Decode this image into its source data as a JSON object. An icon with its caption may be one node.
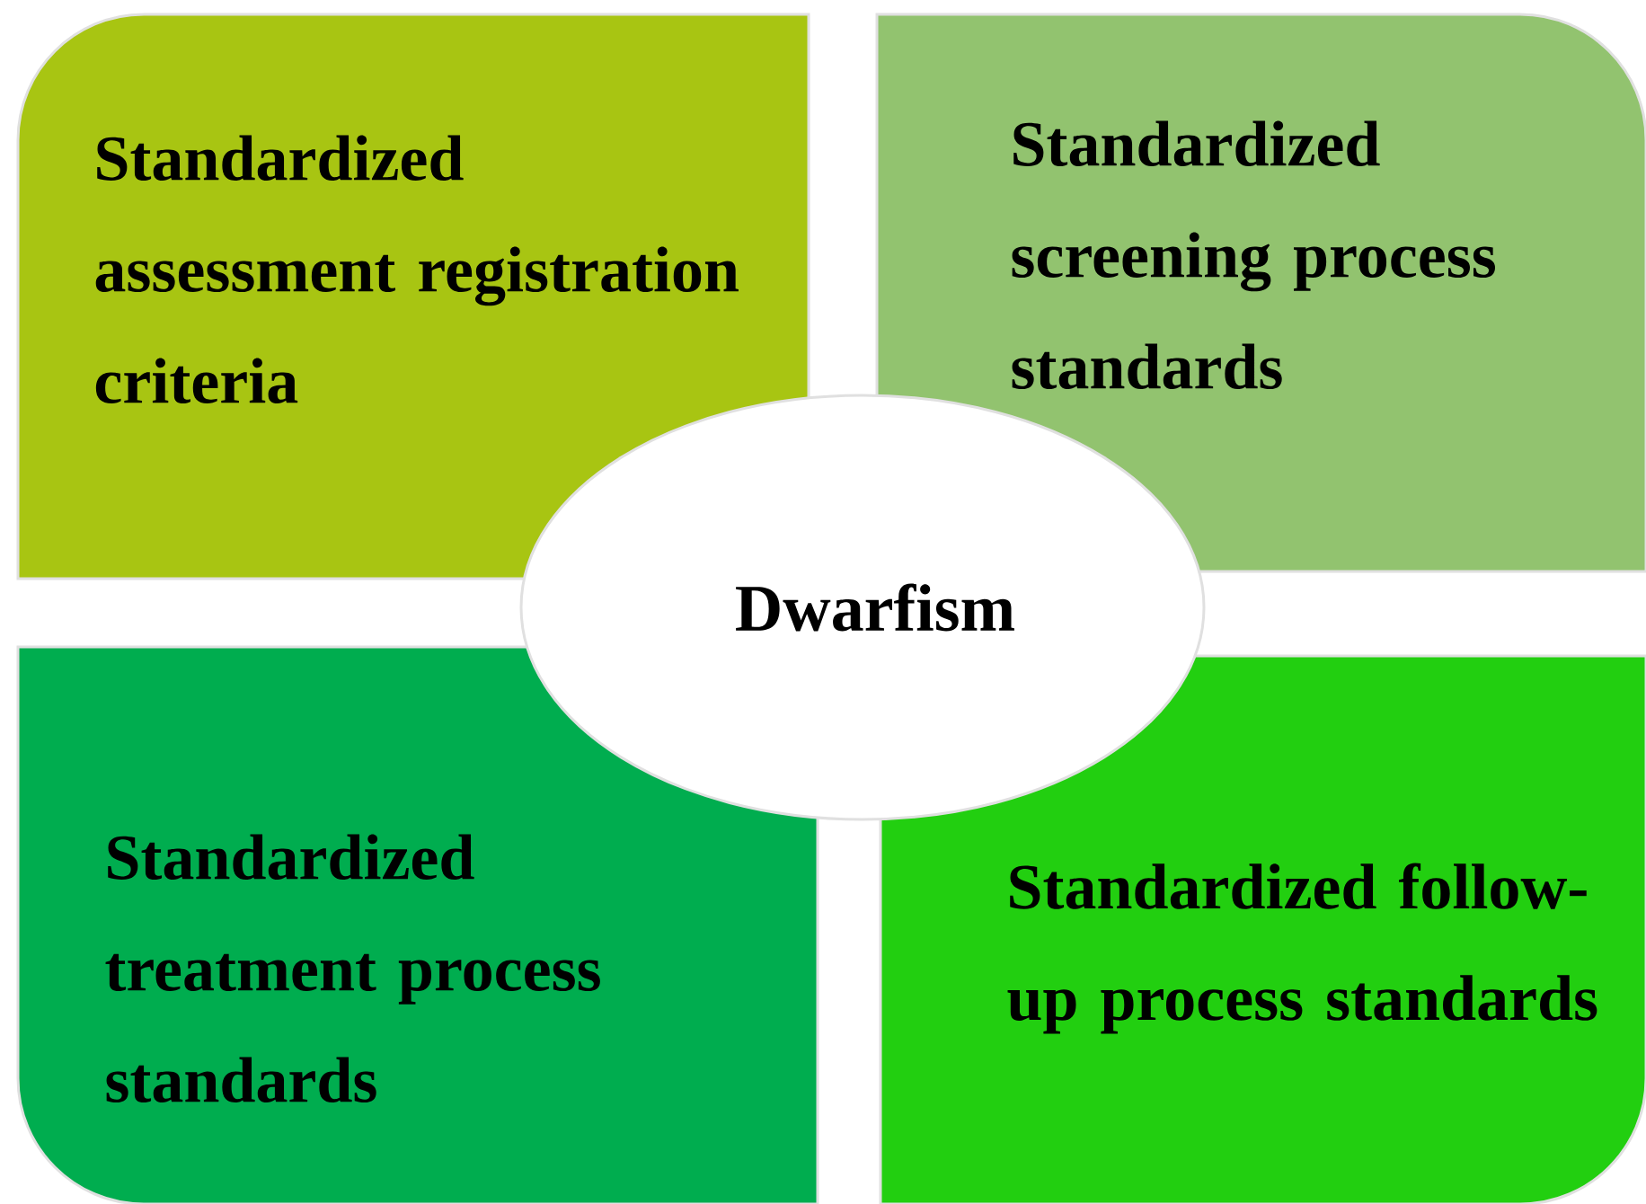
{
  "diagram": {
    "nodes": [
      {
        "text": [
          "Standardized assessment registration criteria"
        ]
      },
      {
        "text": [
          "Standardized screening process standards"
        ]
      },
      {
        "text": [
          "Dwarfism"
        ]
      },
      {
        "text": [
          "Standardized treatment process standards"
        ]
      },
      {
        "text": [
          "Standardized follow-up process standards"
        ]
      }
    ]
  }
}
